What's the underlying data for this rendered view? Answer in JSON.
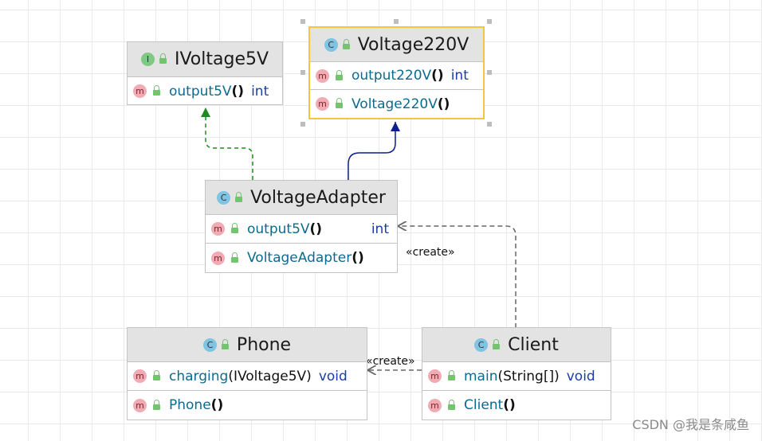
{
  "classes": {
    "ivoltage5v": {
      "name": "IVoltage5V",
      "kind_icon": "interface-icon",
      "kind_letter": "I",
      "members": [
        {
          "name": "output5V",
          "parens": "()",
          "type": "int",
          "icon": "method-icon"
        }
      ]
    },
    "voltage220v": {
      "name": "Voltage220V",
      "kind_icon": "class-icon",
      "kind_letter": "C",
      "selected": true,
      "members": [
        {
          "name": "output220V",
          "parens": "()",
          "type": "int",
          "icon": "method-icon"
        },
        {
          "name": "Voltage220V",
          "parens": "()",
          "type": "",
          "icon": "method-icon"
        }
      ]
    },
    "voltageadapter": {
      "name": "VoltageAdapter",
      "kind_icon": "class-icon",
      "kind_letter": "C",
      "members": [
        {
          "name": "output5V",
          "parens": "()",
          "type": "int",
          "icon": "method-icon"
        },
        {
          "name": "VoltageAdapter",
          "parens": "()",
          "type": "",
          "icon": "method-icon"
        }
      ]
    },
    "phone": {
      "name": "Phone",
      "kind_icon": "class-icon",
      "kind_letter": "C",
      "members": [
        {
          "name": "charging",
          "parens": "(IVoltage5V)",
          "type": "void",
          "icon": "method-icon"
        },
        {
          "name": "Phone",
          "parens": "()",
          "type": "",
          "icon": "method-icon"
        }
      ]
    },
    "client": {
      "name": "Client",
      "kind_icon": "runnable-class-icon",
      "kind_letter": "C",
      "members": [
        {
          "name": "main",
          "parens": "(String[])",
          "type": "void",
          "icon": "method-icon"
        },
        {
          "name": "Client",
          "parens": "()",
          "type": "",
          "icon": "method-icon"
        }
      ]
    }
  },
  "relations": [
    {
      "type": "realization",
      "from": "VoltageAdapter",
      "to": "IVoltage5V",
      "color": "#1f8a1f"
    },
    {
      "type": "generalization",
      "from": "VoltageAdapter",
      "to": "Voltage220V",
      "color": "#0c1f8a"
    },
    {
      "type": "dependency",
      "from": "Client",
      "to": "VoltageAdapter",
      "label": "«create»"
    },
    {
      "type": "dependency",
      "from": "Client",
      "to": "Phone",
      "label": "«create»"
    }
  ],
  "method_badge_letter": "m",
  "watermark": "CSDN @我是条咸鱼"
}
